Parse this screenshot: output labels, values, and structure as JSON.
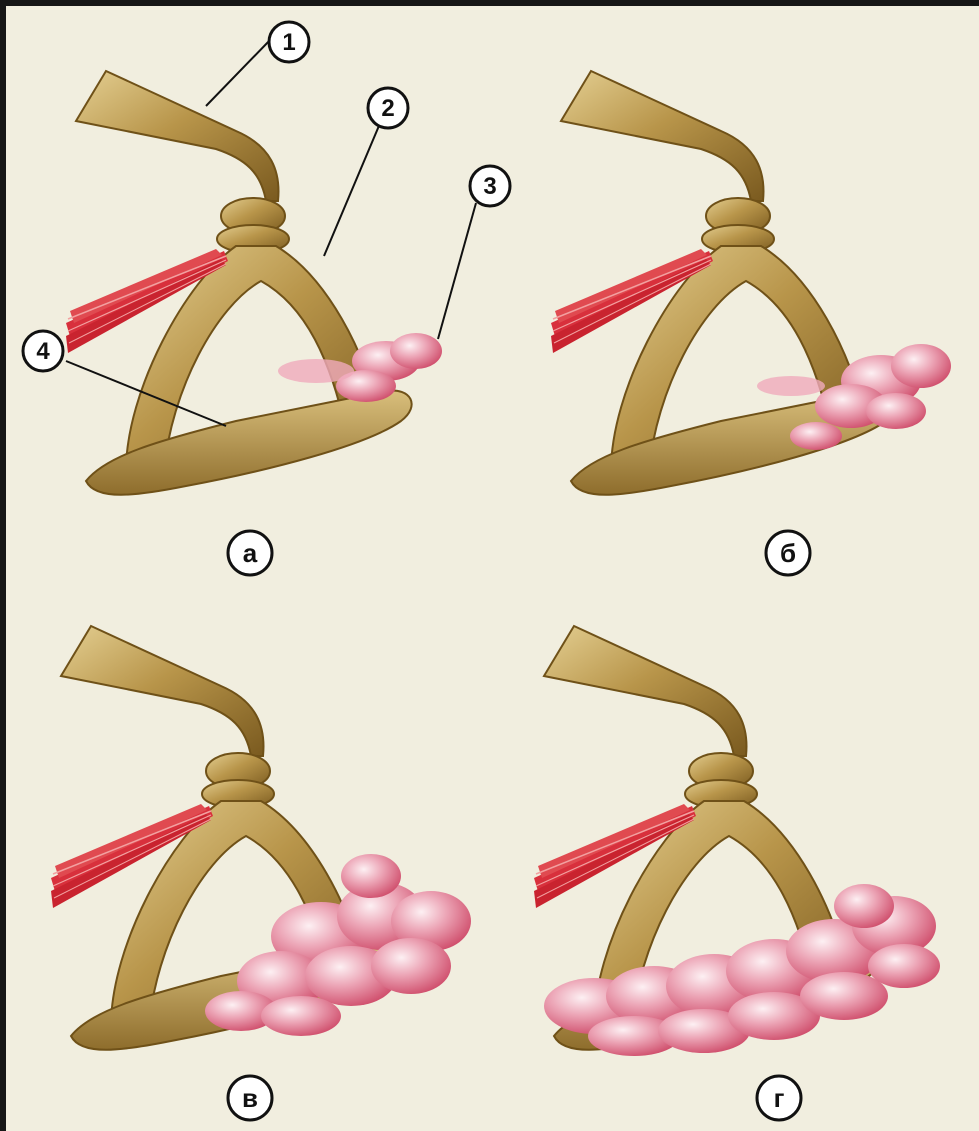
{
  "numbers": {
    "n1": "1",
    "n2": "2",
    "n3": "3",
    "n4": "4"
  },
  "panels": {
    "a": "а",
    "b": "б",
    "c": "в",
    "d": "г"
  },
  "colors": {
    "background": "#f1eedf",
    "frame": "#161616",
    "bone": "#b59348",
    "bone_dark": "#7e5f22",
    "bone_light": "#e0c98a",
    "muscle": "#d6303a",
    "tissue": "#e7879c",
    "tissue_light": "#f6d4dc"
  },
  "panel_tissue_extent": {
    "a": 0.2,
    "b": 0.45,
    "c": 0.7,
    "d": 1.0
  }
}
